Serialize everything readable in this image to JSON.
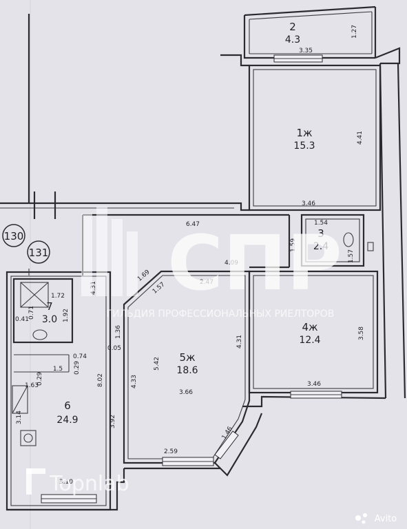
{
  "plan": {
    "rooms": [
      {
        "id": "room-2",
        "number": "2",
        "area": "4.3"
      },
      {
        "id": "room-1",
        "number": "1ж",
        "area": "15.3"
      },
      {
        "id": "room-3",
        "number": "3",
        "area": "2.4"
      },
      {
        "id": "room-4",
        "number": "4ж",
        "area": "12.4"
      },
      {
        "id": "room-5",
        "number": "5ж",
        "area": "18.6"
      },
      {
        "id": "room-6",
        "number": "6",
        "area": "24.9"
      },
      {
        "id": "room-7",
        "number": "7",
        "area": "3.0"
      }
    ],
    "dimensions": [
      "1.27",
      "3.35",
      "4.41",
      "3.46",
      "6.47",
      "1.54",
      "1.59",
      "1.57",
      "4.09",
      "2.47",
      "1.69",
      "1.57",
      "4.31",
      "1.72",
      "1.92",
      "0.71",
      "0.41",
      "1.36",
      "0.05",
      "3.58",
      "4.31",
      "3.46",
      "5.42",
      "4.33",
      "3.66",
      "0.74",
      "0.29",
      "1.5",
      "0.29",
      "8.02",
      "1.63",
      "3.14",
      "3.92",
      "2.59",
      "1.46",
      "3.10"
    ],
    "apartment_numbers": [
      "130",
      "131"
    ]
  },
  "watermarks": {
    "agency_logo": "СПР",
    "agency_tagline": "ГИЛЬДИЯ ПРОФЕССИОНАЛЬНЫХ РИЕЛТОРОВ",
    "topnlab": "Topnlab",
    "avito": "Avito"
  }
}
